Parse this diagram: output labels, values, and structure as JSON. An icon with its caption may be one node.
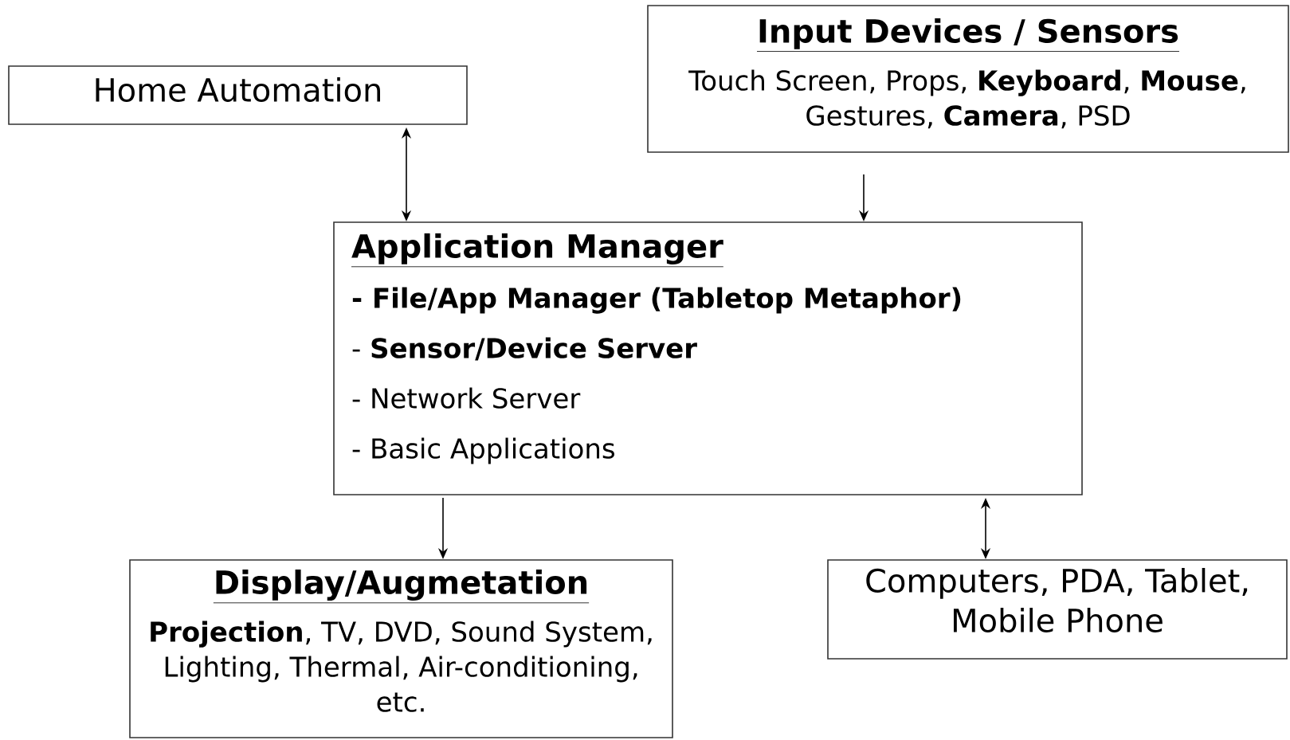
{
  "diagram": {
    "nodes": [
      {
        "text": [
          "Home Automation"
        ]
      },
      {
        "text": [
          "Input Devices / Sensors",
          "Touch Screen, Props, **Keyboard**, **Mouse**, Gestures, **Camera**, PSD"
        ]
      },
      {
        "text": [
          "Application Manager",
          "**- File/App Manager (Tabletop Metaphor)**",
          "- **Sensor/Device Server**",
          "- Network Server",
          "- Basic Applications"
        ]
      },
      {
        "text": [
          "Display/Augmetation",
          "**Projection**, TV, DVD, Sound System, Lighting, Thermal, Air-conditioning, etc."
        ]
      },
      {
        "text": [
          "Computers, PDA, Tablet, Mobile Phone"
        ]
      }
    ],
    "edges": [
      {
        "from": 0,
        "to": 2,
        "arrow": "both"
      },
      {
        "from": 1,
        "to": 2,
        "arrow": "to"
      },
      {
        "from": 2,
        "to": 3,
        "arrow": "to"
      },
      {
        "from": 2,
        "to": 4,
        "arrow": "both"
      }
    ]
  }
}
